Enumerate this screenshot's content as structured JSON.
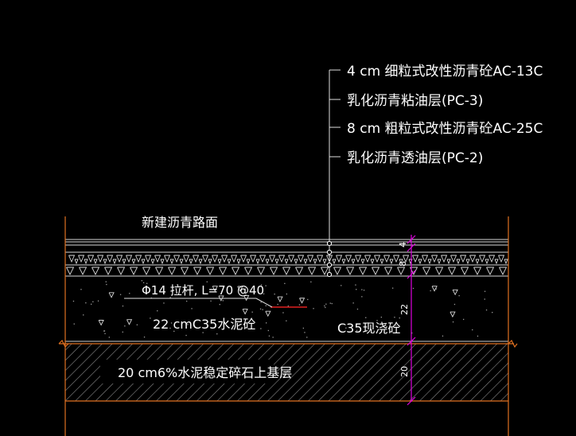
{
  "drawing": {
    "title": "新建沥青路面",
    "callouts": [
      "4 cm 细粒式改性沥青砼AC-13C",
      "乳化沥青粘油层(PC-3)",
      "8 cm 粗粒式改性沥青砼AC-25C",
      "乳化沥青透油层(PC-2)"
    ],
    "rebar_label": "Φ14 拉杆, L=70 @40",
    "concrete_label": "22 cmC35水泥砼",
    "cast_label": "C35现浇砼",
    "base_label": "20 cm6%水泥稳定碎石上基层",
    "dims": {
      "top_small": "4",
      "top_mid": "8",
      "concrete": "22",
      "base": "20"
    }
  },
  "colors": {
    "background": "#000000",
    "edge_lines": "#e07020",
    "text": "#ffffff",
    "dimension": "#e000e0",
    "rebar": "#e02020",
    "hatch": "#888888"
  }
}
